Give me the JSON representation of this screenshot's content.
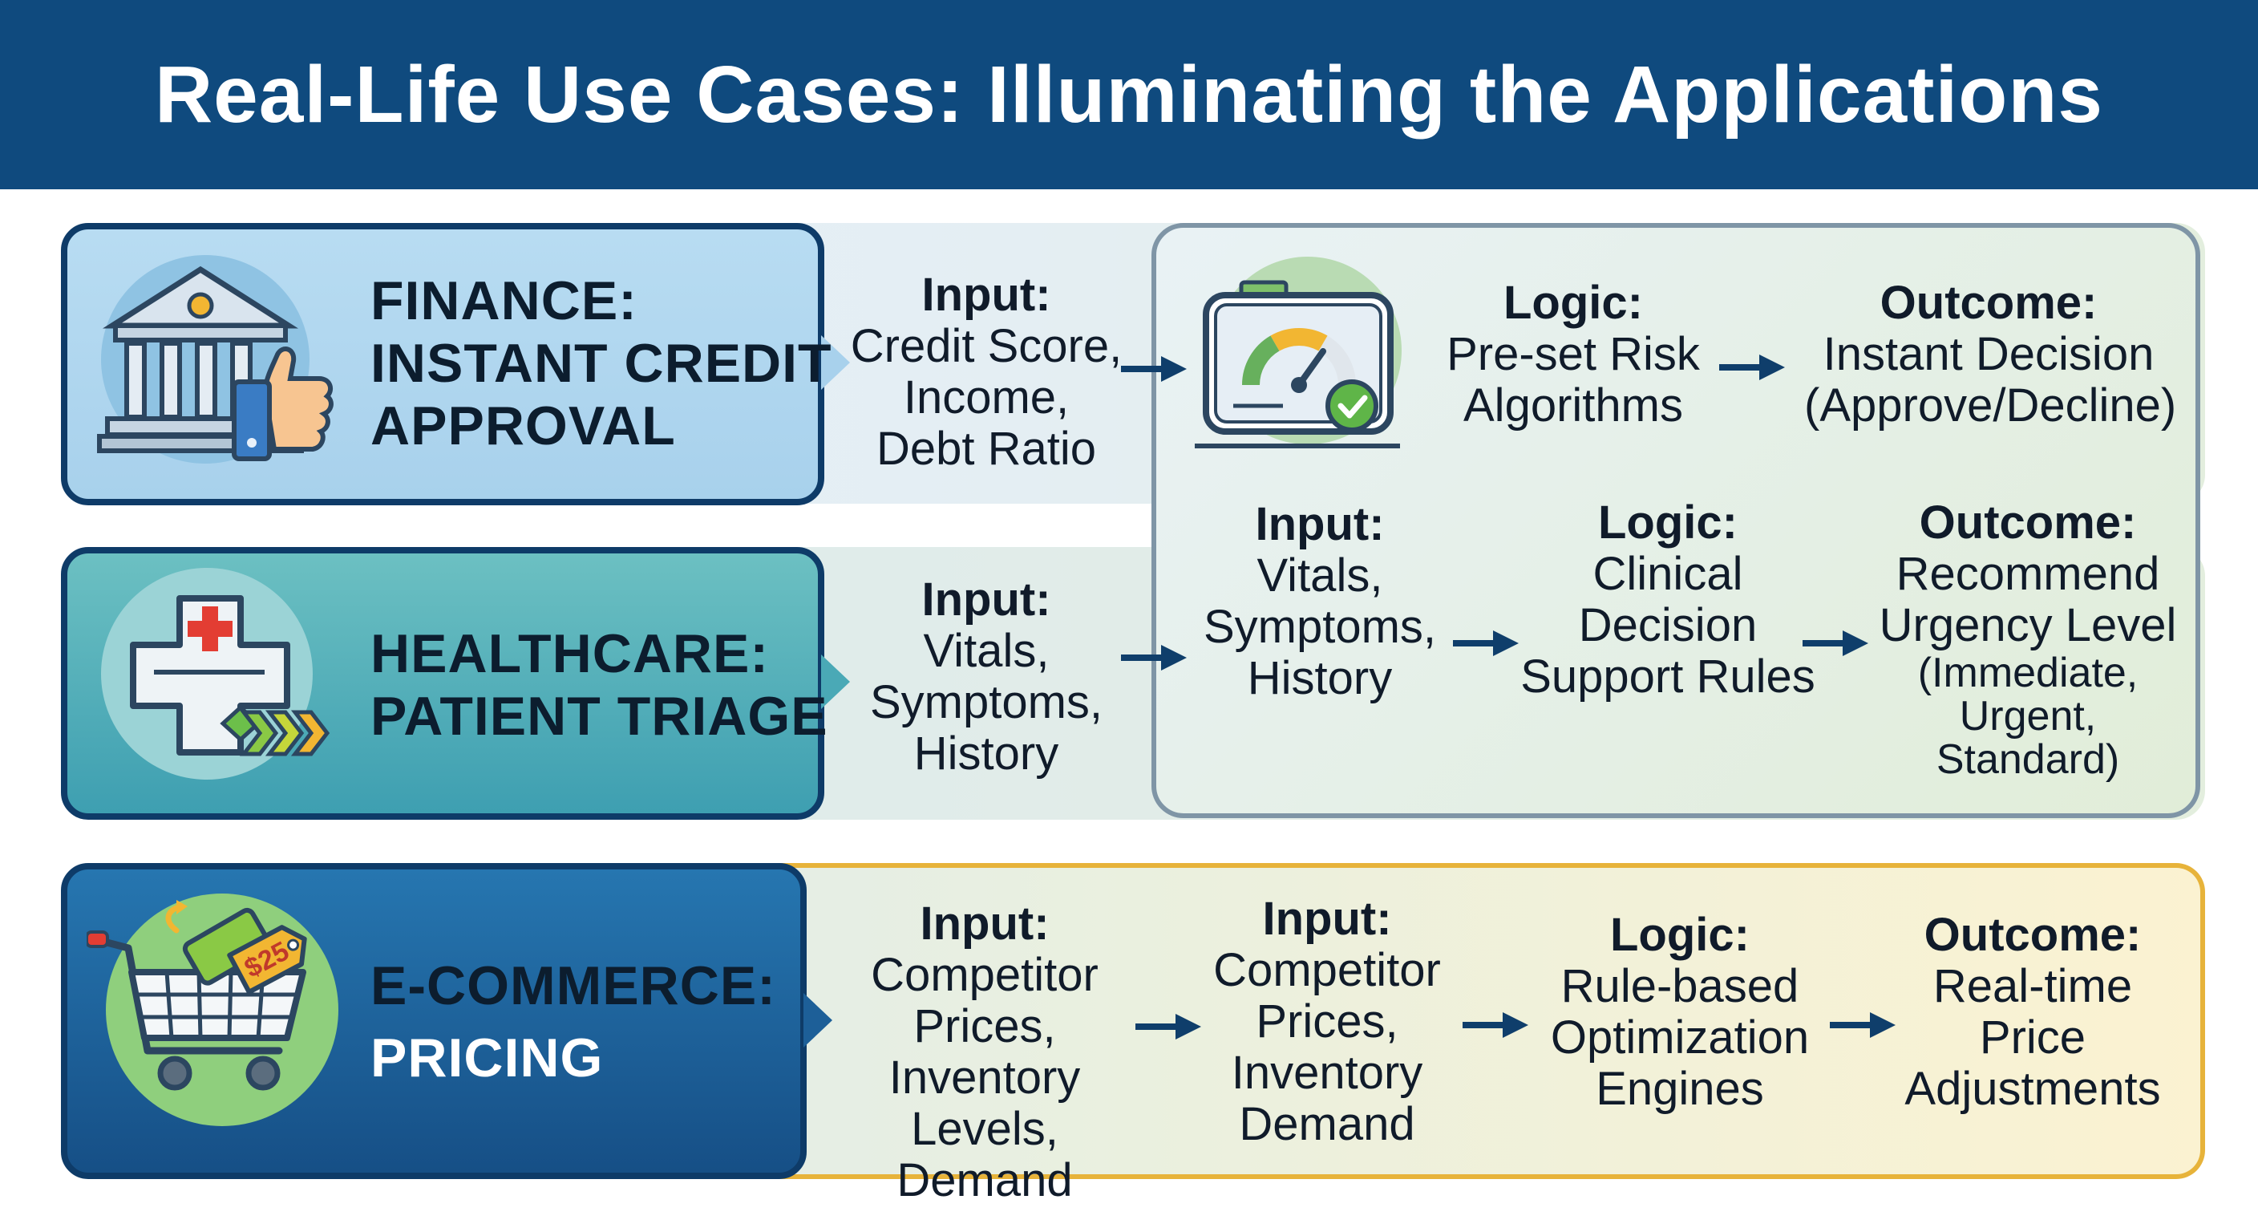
{
  "title": "Real-Life Use Cases: Illuminating the Applications",
  "finance": {
    "sector_lines": [
      "FINANCE:",
      "INSTANT CREDIT",
      "APPROVAL"
    ],
    "input_label": "Input:",
    "input_lines": [
      "Credit Score,",
      "Income,",
      "Debt Ratio"
    ],
    "logic_label": "Logic:",
    "logic_lines": [
      "Pre-set Risk",
      "Algorithms"
    ],
    "outcome_label": "Outcome:",
    "outcome_lines": [
      "Instant Decision",
      "(Approve/Decline)"
    ]
  },
  "healthcare": {
    "sector_lines": [
      "HEALTHCARE:",
      "PATIENT TRIAGE"
    ],
    "input_label": "Input:",
    "input_lines": [
      "Vitals,",
      "Symptoms,",
      "History"
    ],
    "input2_label": "Input:",
    "input2_lines": [
      "Vitals,",
      "Symptoms,",
      "History"
    ],
    "logic_label": "Logic:",
    "logic_lines": [
      "Clinical",
      "Decision",
      "Support Rules"
    ],
    "outcome_label": "Outcome:",
    "outcome_lines": [
      "Recommend",
      "Urgency Level",
      "(Immediate,",
      "Urgent,",
      "Standard)"
    ]
  },
  "ecommerce": {
    "sector_lines": [
      "E-COMMERCE:",
      "PRICING"
    ],
    "input_label": "Input:",
    "input_lines": [
      "Competitor",
      "Prices,",
      "Inventory Levels,",
      "Demand"
    ],
    "input2_label": "Input:",
    "input2_lines": [
      "Competitor",
      "Prices,",
      "Inventory",
      "Demand"
    ],
    "logic_label": "Logic:",
    "logic_lines": [
      "Rule-based",
      "Optimization",
      "Engines"
    ],
    "outcome_label": "Outcome:",
    "outcome_lines": [
      "Real-time",
      "Price",
      "Adjustments"
    ],
    "price_tag_text": "$25"
  },
  "colors": {
    "header": "#0f4a7e",
    "arrow": "#0f3e6b",
    "finance_sector": "#b8dcf2",
    "healthcare_sector": "#4aa9b6",
    "ecommerce_sector": "#1d5f98",
    "ecommerce_outline": "#e7b33a"
  }
}
